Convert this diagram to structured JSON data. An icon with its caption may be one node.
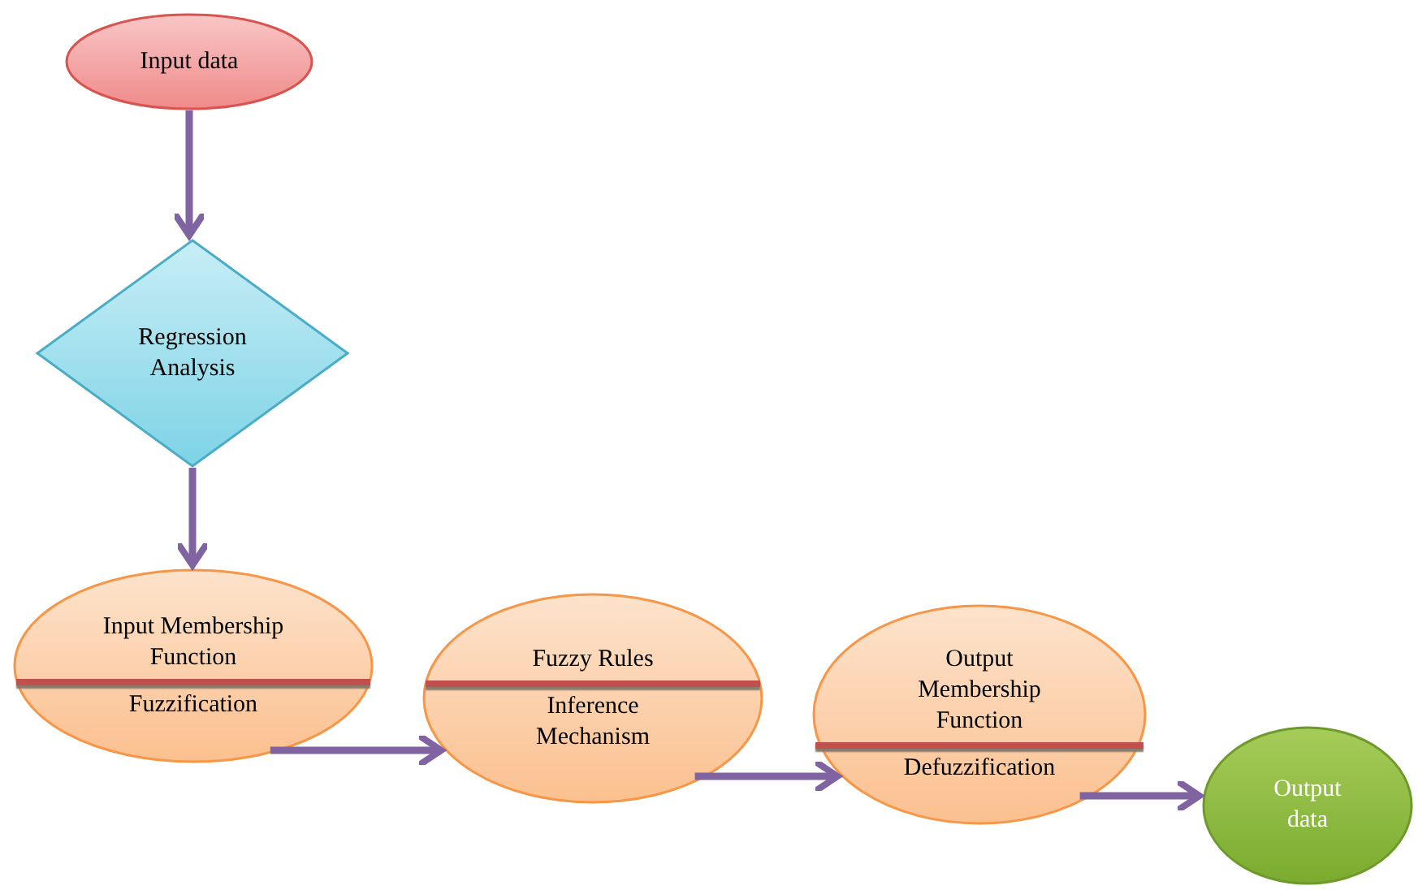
{
  "diagram": {
    "nodes": [
      {
        "text": [
          "Input data"
        ]
      },
      {
        "text": [
          "Regression Analysis"
        ]
      },
      {
        "text": [
          "Input Membership Function",
          "Fuzzification"
        ]
      },
      {
        "text": [
          "Fuzzy Rules",
          "Inference Mechanism"
        ]
      },
      {
        "text": [
          "Output Membership Function",
          "Defuzzification"
        ]
      },
      {
        "text": [
          "Output data"
        ]
      }
    ],
    "edges": [
      {
        "from": 0,
        "to": 1,
        "arrow": "to"
      },
      {
        "from": 1,
        "to": 2,
        "arrow": "to"
      },
      {
        "from": 2,
        "to": 3,
        "arrow": "to"
      },
      {
        "from": 3,
        "to": 4,
        "arrow": "to"
      },
      {
        "from": 4,
        "to": 5,
        "arrow": "to"
      }
    ]
  }
}
